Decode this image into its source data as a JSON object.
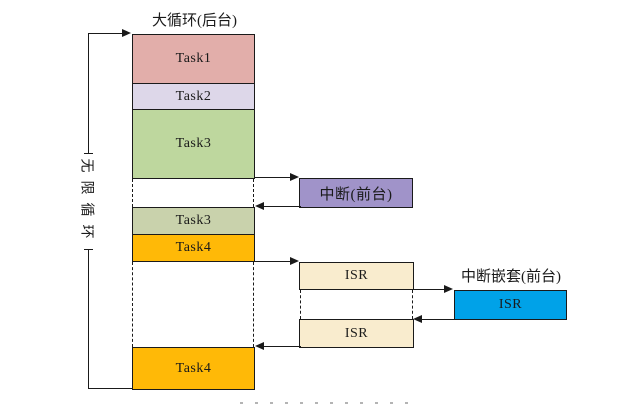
{
  "diagram": {
    "title": "大循环(后台)",
    "loop_label": "无限循环",
    "background": {
      "task1": {
        "label": "Task1",
        "color": "#E2AEAA"
      },
      "task2": {
        "label": "Task2",
        "color": "#DDD7E9"
      },
      "task3": {
        "label": "Task3",
        "color": "#BED79E"
      },
      "task3_resume": {
        "label": "Task3",
        "color": "#C9D2AC"
      },
      "task4": {
        "label": "Task4",
        "color": "#FFB907"
      },
      "task4_resume": {
        "label": "Task4",
        "color": "#FFB907"
      }
    },
    "foreground": {
      "interrupt": {
        "label": "中断(前台)",
        "color": "#A093C9"
      },
      "isr_first": {
        "label": "ISR",
        "color": "#F9ECCE"
      },
      "isr_second": {
        "label": "ISR",
        "color": "#F9ECCE"
      },
      "nested_title": "中断嵌套(前台)",
      "isr_nested": {
        "label": "ISR",
        "color": "#00A2E8"
      }
    },
    "line_color": "#1A1A1A"
  }
}
